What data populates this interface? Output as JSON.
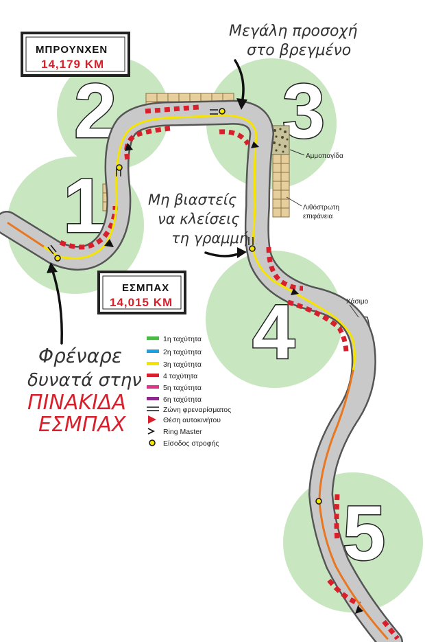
{
  "corners": [
    {
      "number": "1"
    },
    {
      "number": "2"
    },
    {
      "number": "3"
    },
    {
      "number": "4"
    },
    {
      "number": "5"
    }
  ],
  "signs": {
    "brunchen": {
      "name": "ΜΠΡΟΥΝΧΕΝ",
      "km": "14,179 KM"
    },
    "esbach": {
      "name": "ΕΣΜΠΑΧ",
      "km": "14,015 KM"
    }
  },
  "annotations": {
    "wet_line1": "Μεγάλη προσοχή",
    "wet_line2": "στο βρεγμένο",
    "hurry_line1": "Μη βιαστείς",
    "hurry_line2": "να κλείσεις",
    "hurry_line3": "τη γραμμή",
    "brake_line1": "Φρέναρε",
    "brake_line2": "δυνατά στην",
    "brake_line3": "ΠΙΝΑΚΙΔΑ",
    "brake_line4": "ΕΣΜΠΑΧ",
    "sand": "Αμμοπαγίδα",
    "cobble_line1": "Λιθόστρωτη",
    "cobble_line2": "επιφάνεια",
    "dip": "Χάσιμο"
  },
  "legend": [
    {
      "label": "1η ταχύτητα",
      "color": "#4cb848",
      "type": "bar"
    },
    {
      "label": "2η ταχύτητα",
      "color": "#1aa0e0",
      "type": "bar"
    },
    {
      "label": "3η ταχύτητα",
      "color": "#f5e400",
      "type": "bar"
    },
    {
      "label": "4 ταχύτητα",
      "color": "#d8202c",
      "type": "bar"
    },
    {
      "label": "5η ταχύτητα",
      "color": "#e0338a",
      "type": "bar"
    },
    {
      "label": "6η ταχύτητα",
      "color": "#8a2a8a",
      "type": "bar"
    },
    {
      "label": "Ζώνη φρεναρίσματος",
      "color": "#111111",
      "type": "double"
    },
    {
      "label": "Θέση αυτοκινήτου",
      "color": "#d8202c",
      "type": "triangle"
    },
    {
      "label": "Ring Master",
      "color": "#111111",
      "type": "ringmaster"
    },
    {
      "label": "Είσοδος στροφής",
      "color": "#f5e400",
      "type": "dot"
    }
  ],
  "colors": {
    "circle": "#c8e6c0",
    "track": "#c9c9c9",
    "track_edge": "#555555",
    "kerb_red": "#d8202c",
    "gear3": "#f5e400",
    "gear5": "#e87722",
    "cobbles": "#e6cf9c"
  }
}
